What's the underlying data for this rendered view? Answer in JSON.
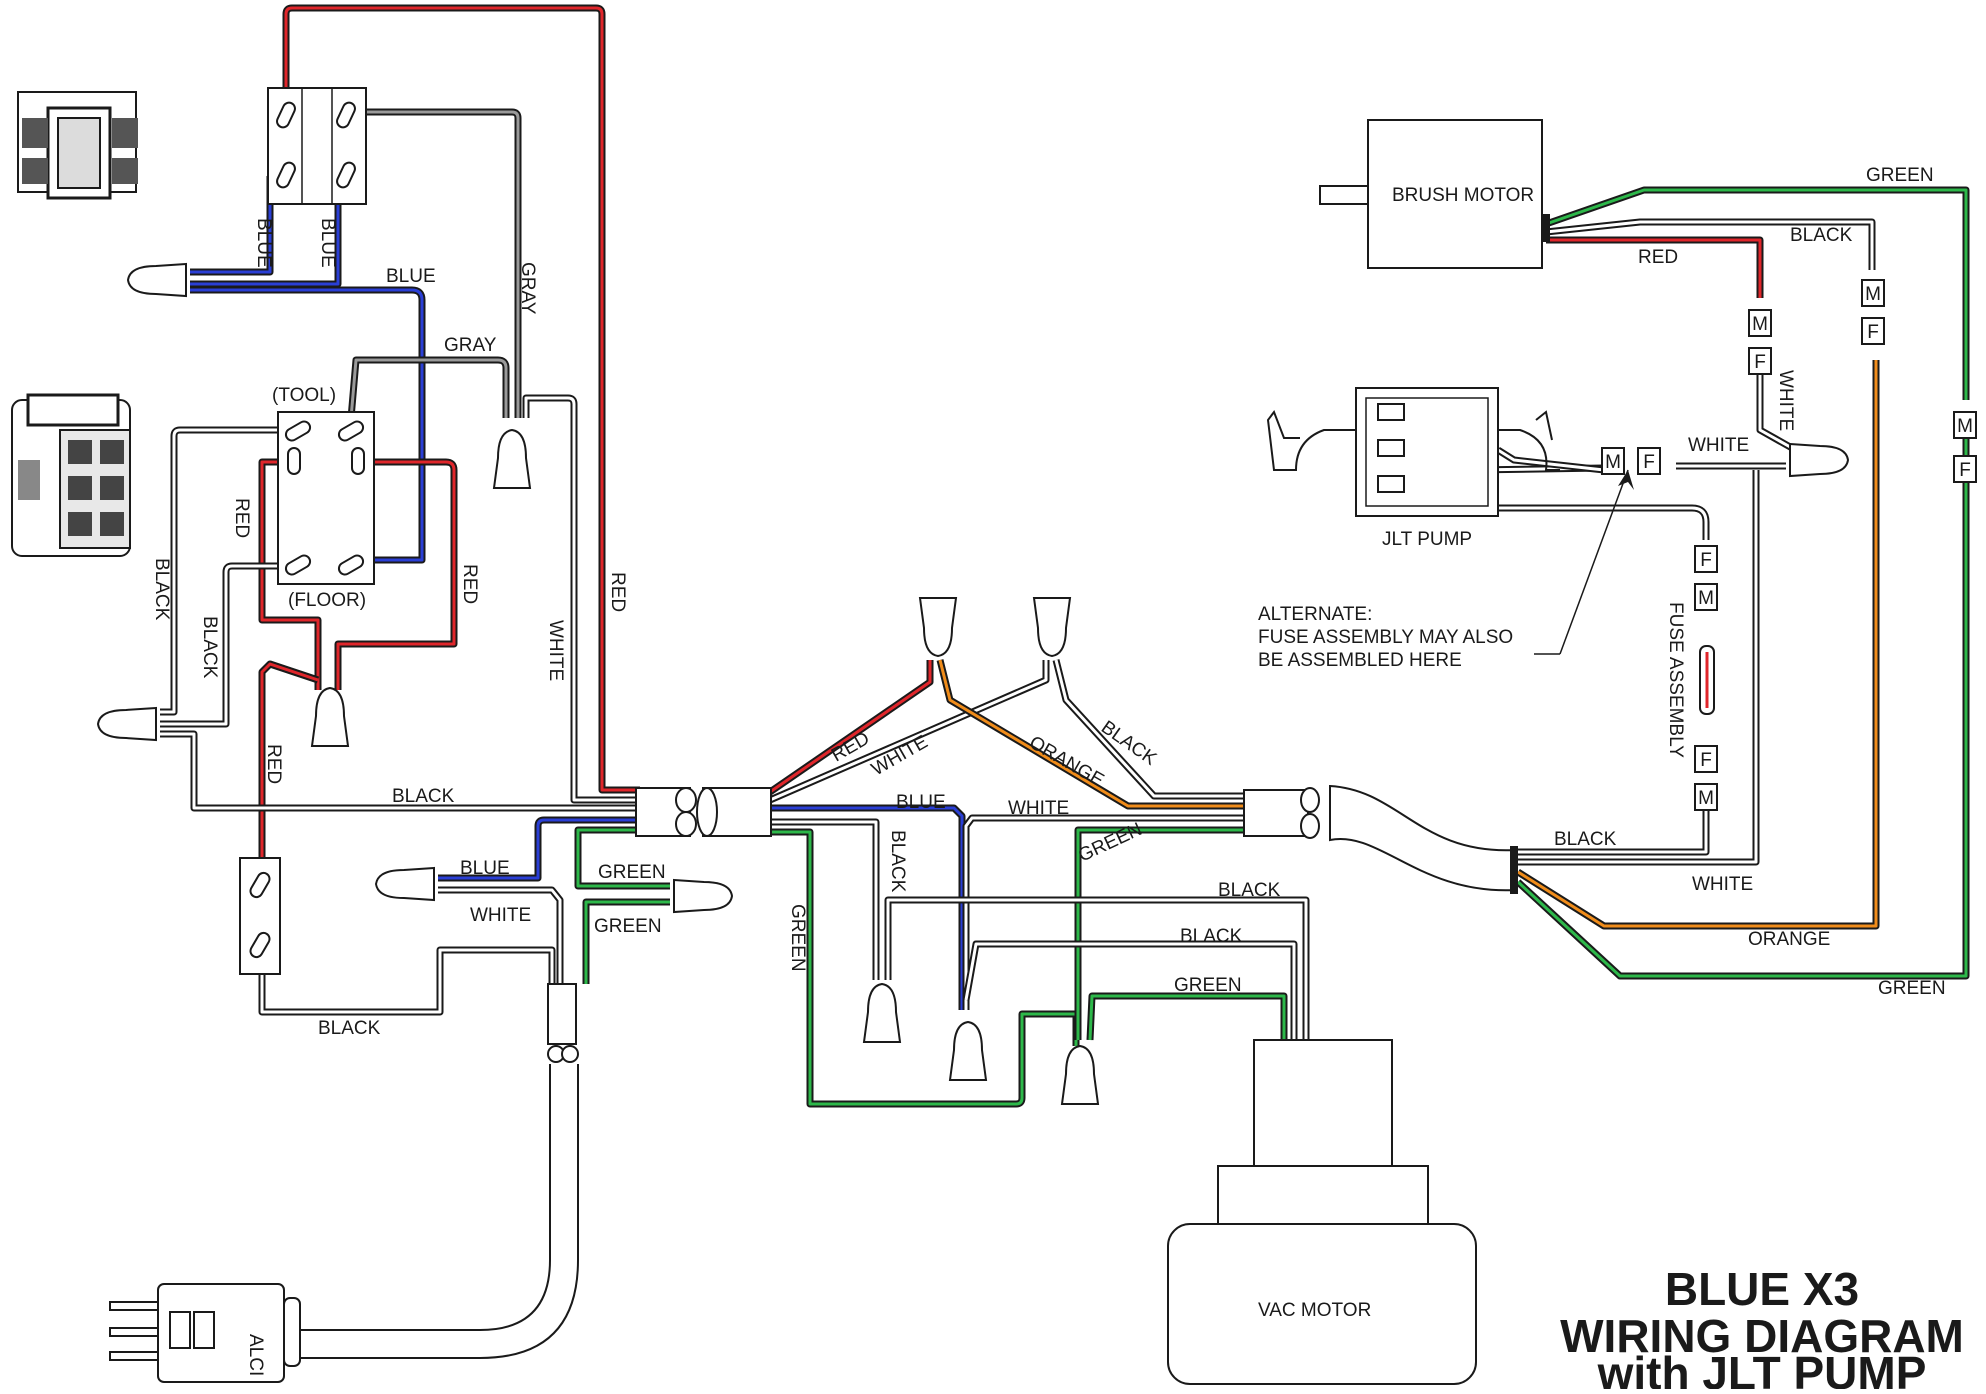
{
  "title": {
    "line1": "BLUE X3",
    "line2": "WIRING DIAGRAM",
    "line3": "with JLT PUMP"
  },
  "components": {
    "brush_motor": "BRUSH MOTOR",
    "jlt_pump": "JLT PUMP",
    "vac_motor": "VAC MOTOR",
    "alci": "ALCI",
    "tool": "(TOOL)",
    "floor": "(FLOOR)"
  },
  "connectors": {
    "male": "M",
    "female": "F"
  },
  "notes": {
    "alternate_1": "ALTERNATE:",
    "alternate_2": "FUSE ASSEMBLY MAY ALSO",
    "alternate_3": "BE ASSEMBLED HERE",
    "fuse_assembly": "FUSE ASSEMBLY"
  },
  "wire_colors": {
    "RED": "#e0262b",
    "BLUE": "#2a3fd6",
    "GREEN": "#2db84a",
    "ORANGE": "#f08c1a",
    "GRAY": "#9a9a9a",
    "WHITE": "#ffffff",
    "BLACK": "#ffffff"
  },
  "wire_labels": [
    "BLUE",
    "BLUE",
    "BLUE",
    "GRAY",
    "GRAY",
    "RED",
    "RED",
    "RED",
    "RED",
    "BLACK",
    "BLACK",
    "BLACK",
    "WHITE",
    "RED",
    "WHITE",
    "BLACK",
    "ORANGE",
    "BLUE",
    "WHITE",
    "BLACK",
    "GREEN",
    "GREEN",
    "GREEN",
    "BLUE",
    "WHITE",
    "GREEN",
    "BLACK",
    "BLACK",
    "BLACK",
    "GREEN",
    "BLACK",
    "WHITE",
    "ORANGE",
    "GREEN",
    "GREEN",
    "BLACK",
    "RED",
    "WHITE",
    "WHITE"
  ]
}
